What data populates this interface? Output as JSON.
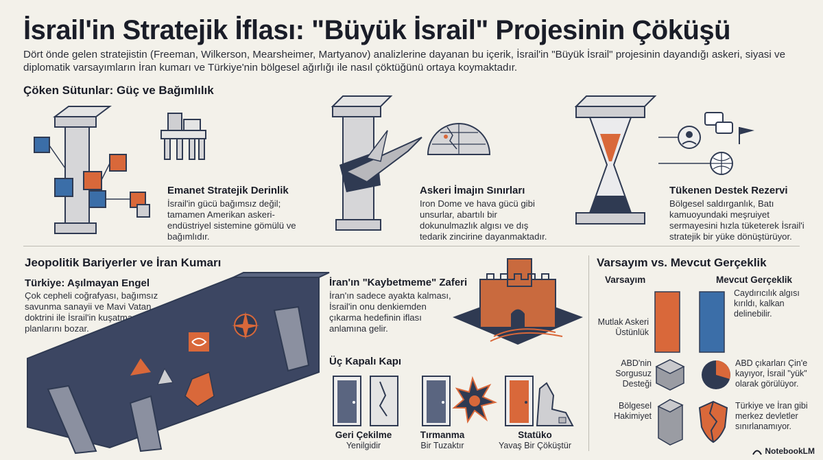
{
  "header": {
    "title": "İsrail'in Stratejik İflası: \"Büyük İsrail\" Projesinin Çöküşü",
    "intro": "Dört önde gelen stratejistin (Freeman, Wilkerson, Mearsheimer, Martyanov) analizlerine dayanan bu içerik, İsrail'in \"Büyük İsrail\" projesinin dayandığı askeri, siyasi ve diplomatik varsayımların İran kumarı ve Türkiye'nin bölgesel ağırlığı ile nasıl çöktüğünü ortaya koymaktadır."
  },
  "pillars": {
    "heading": "Çöken Sütunlar: Güç ve Bağımlılık",
    "items": [
      {
        "title": "Emanet Stratejik Derinlik",
        "text": "İsrail'in gücü bağımsız değil; tamamen Amerikan askeri-endüstriyel sistemine gömülü ve bağımlıdır."
      },
      {
        "title": "Askeri İmajın Sınırları",
        "text": "Iron Dome ve hava gücü gibi unsurlar, abartılı bir dokunulmazlık algısı ve dış tedarik zincirine dayanmaktadır."
      },
      {
        "title": "Tükenen Destek Rezervi",
        "text": "Bölgesel saldırganlık, Batı kamuoyundaki meşruiyet sermayesini hızla tüketerek İsrail'i stratejik bir yüke dönüştürüyor."
      }
    ]
  },
  "barriers": {
    "heading": "Jeopolitik Bariyerler ve İran Kumarı",
    "turkey_title": "Türkiye: Aşılmayan Engel",
    "turkey_text": "Çok cepheli coğrafyası, bağımsız savunma sanayii ve Mavi Vatan doktrini ile İsrail'in kuşatma planlarını bozar.",
    "iran_title": "İran'ın \"Kaybetmeme\" Zaferi",
    "iran_text": "İran'ın sadece ayakta kalması, İsrail'in onu denkiemden çıkarma hedefinin iflası anlamına gelir."
  },
  "doors": {
    "heading": "Üç Kapalı Kapı",
    "items": [
      {
        "title": "Geri Çekilme",
        "sub": "Yenilgidir"
      },
      {
        "title": "Tırmanma",
        "sub": "Bir Tuzaktır"
      },
      {
        "title": "Statüko",
        "sub": "Yavaş Bir Çöküştür"
      }
    ]
  },
  "compare": {
    "heading": "Varsayım vs. Mevcut Gerçeklik",
    "col_left": "Varsayım",
    "col_right": "Mevcut Gerçeklik",
    "rows": [
      {
        "left": "Mutlak Askeri Üstünlük",
        "right": "Caydırıcılık algısı kırıldı, kalkan delinebilir."
      },
      {
        "left": "ABD'nin Sorgusuz Desteği",
        "right": "ABD çıkarları Çin'e kayıyor, İsrail \"yük\" olarak görülüyor."
      },
      {
        "left": "Bölgesel Hakimiyet",
        "right": "Türkiye ve İran gibi merkez devletler sınırlanamıyor."
      }
    ]
  },
  "footer": {
    "brand": "NotebookLM"
  },
  "colors": {
    "navy": "#2f3a52",
    "orange": "#d9683a",
    "blue": "#3b6ea8",
    "gray": "#c9c9cc"
  }
}
